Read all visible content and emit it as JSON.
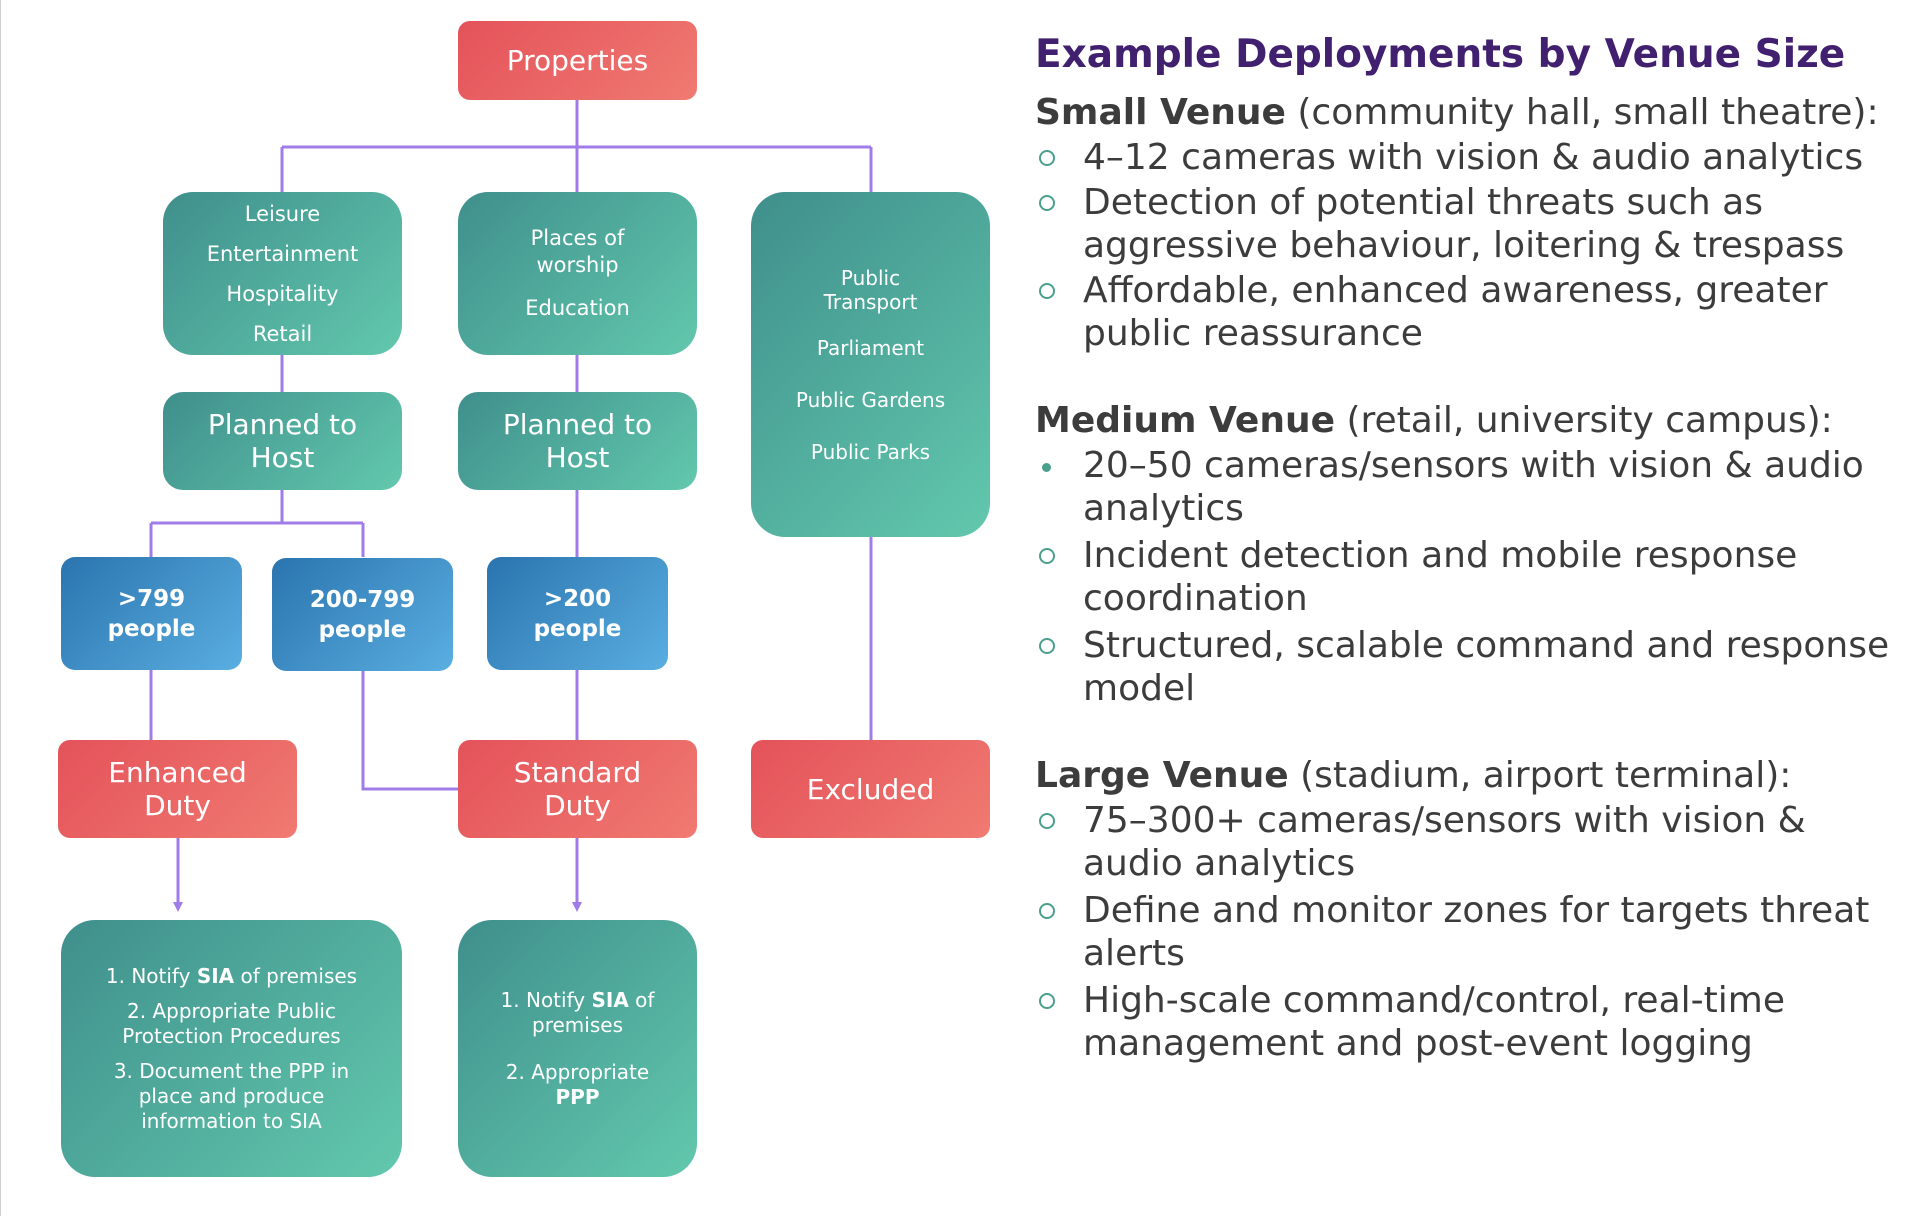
{
  "diagram": {
    "root": "Properties",
    "categories": {
      "leisure": [
        "Leisure",
        "Entertainment",
        "Hospitality",
        "Retail"
      ],
      "worship": [
        "Places of worship",
        "Education"
      ],
      "public": [
        "Public Transport",
        "Parliament",
        "Public Gardens",
        "Public Parks"
      ]
    },
    "planned": {
      "left": "Planned to Host",
      "middle": "Planned to Host"
    },
    "capacity": {
      "over799": ">799 people",
      "range": "200-799 people",
      "over200": ">200 people"
    },
    "duty": {
      "enhanced": "Enhanced Duty",
      "standard": "Standard Duty",
      "excluded": "Excluded"
    },
    "enhanced_steps": [
      {
        "pre": "1. Notify ",
        "bold": "SIA",
        "post": " of premises"
      },
      {
        "pre": "2. Appropriate Public Protection Procedures",
        "bold": "",
        "post": ""
      },
      {
        "pre": "3. Document the PPP in place and produce information to SIA",
        "bold": "",
        "post": ""
      }
    ],
    "standard_steps": [
      {
        "pre": "1. Notify ",
        "bold": "SIA",
        "post": " of premises"
      },
      {
        "pre": "2. Appropriate ",
        "bold": "PPP",
        "post": ""
      }
    ],
    "colors": {
      "teal": "#3f8f8c",
      "teal_light": "#62c8ad",
      "red": "#e4525a",
      "blue": "#2a74af",
      "connector": "#a07ce8",
      "heading": "#40206f"
    }
  },
  "panel": {
    "heading": "Example Deployments by Venue Size",
    "venues": [
      {
        "name": "Small Venue",
        "detail": " (community hall, small theatre):",
        "bullets": [
          {
            "text": "4–12 cameras with vision & audio analytics",
            "marker": "circle"
          },
          {
            "text": "Detection of potential threats such as aggressive behaviour, loitering & trespass",
            "marker": "circle"
          },
          {
            "text": "Affordable, enhanced awareness, greater public reassurance",
            "marker": "circle"
          }
        ]
      },
      {
        "name": "Medium Venue",
        "detail": " (retail, university campus):",
        "bullets": [
          {
            "text": "20–50 cameras/sensors with vision & audio analytics",
            "marker": "dot"
          },
          {
            "text": "Incident detection and mobile response coordination",
            "marker": "circle"
          },
          {
            "text": "Structured, scalable command and response model",
            "marker": "circle"
          }
        ]
      },
      {
        "name": "Large Venue",
        "detail": " (stadium, airport terminal):",
        "bullets": [
          {
            "text": "75–300+ cameras/sensors with vision & audio analytics",
            "marker": "circle"
          },
          {
            "text": "Define and monitor zones for targets threat alerts",
            "marker": "circle"
          },
          {
            "text": "High-scale command/control, real-time management and post-event logging",
            "marker": "circle"
          }
        ]
      }
    ]
  }
}
